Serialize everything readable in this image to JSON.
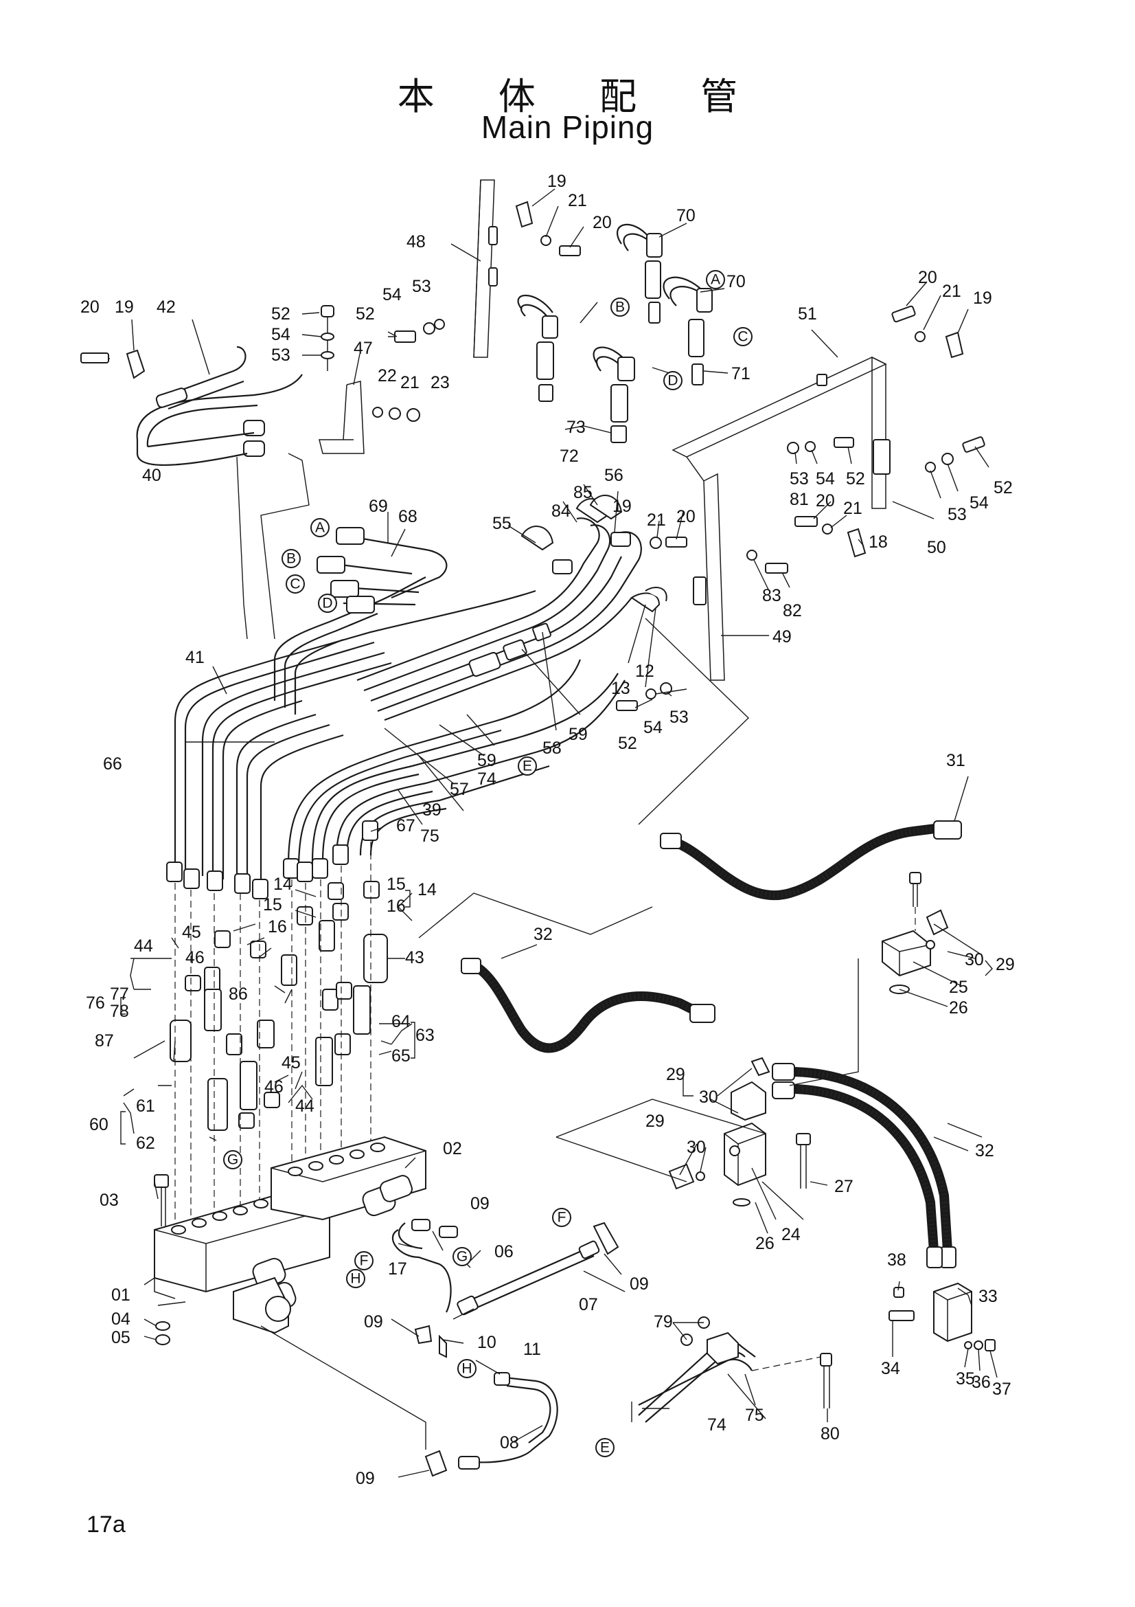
{
  "title": {
    "ja": "本 体 配 管",
    "en": "Main Piping"
  },
  "page_number": "17a",
  "connectors": [
    "A",
    "B",
    "C",
    "D",
    "E",
    "F",
    "G",
    "H"
  ],
  "part_labels": {
    "p01": "01",
    "p02": "02",
    "p03": "03",
    "p04": "04",
    "p05": "05",
    "p06": "06",
    "p07": "07",
    "p08": "08",
    "p09": "09",
    "p10": "10",
    "p11": "11",
    "p12": "12",
    "p13": "13",
    "p14": "14",
    "p15": "15",
    "p16": "16",
    "p17": "17",
    "p18": "18",
    "p19": "19",
    "p20": "20",
    "p21": "21",
    "p22": "22",
    "p23": "23",
    "p24": "24",
    "p25": "25",
    "p26": "26",
    "p27": "27",
    "p29": "29",
    "p30": "30",
    "p31": "31",
    "p32": "32",
    "p33": "33",
    "p34": "34",
    "p35": "35",
    "p36": "36",
    "p37": "37",
    "p38": "38",
    "p39": "39",
    "p40": "40",
    "p41": "41",
    "p42": "42",
    "p43": "43",
    "p44": "44",
    "p45": "45",
    "p46": "46",
    "p47": "47",
    "p48": "48",
    "p49": "49",
    "p50": "50",
    "p51": "51",
    "p52": "52",
    "p53": "53",
    "p54": "54",
    "p55": "55",
    "p56": "56",
    "p57": "57",
    "p58": "58",
    "p59": "59",
    "p60": "60",
    "p61": "61",
    "p62": "62",
    "p63": "63",
    "p64": "64",
    "p65": "65",
    "p66": "66",
    "p67": "67",
    "p68": "68",
    "p69": "69",
    "p70": "70",
    "p71": "71",
    "p72": "72",
    "p73": "73",
    "p74": "74",
    "p75": "75",
    "p76": "76",
    "p77": "77",
    "p78": "78",
    "p79": "79",
    "p80": "80",
    "p81": "81",
    "p82": "82",
    "p83": "83",
    "p84": "84",
    "p85": "85",
    "p86": "86",
    "p87": "87"
  }
}
